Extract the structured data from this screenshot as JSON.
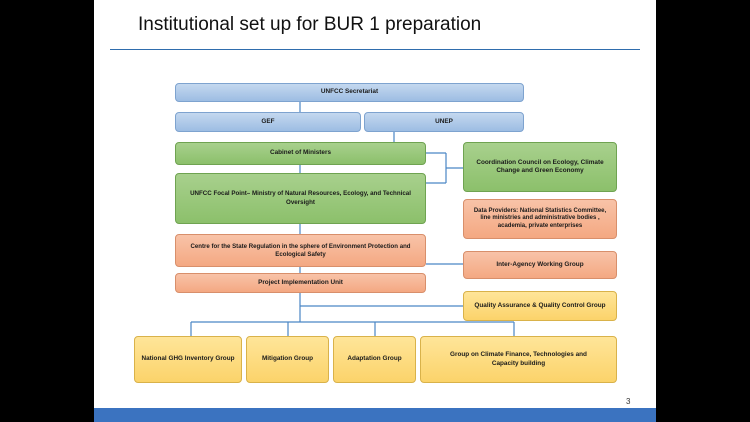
{
  "slide": {
    "title": "Institutional set up for BUR 1 preparation",
    "page_number": "3"
  },
  "boxes": {
    "unfcc_secretariat": "UNFCC Secretariat",
    "gef": "GEF",
    "unep": "UNEP",
    "cabinet": "Cabinet of Ministers",
    "focal_point": "UNFCC Focal Point– Ministry of Natural Resources, Ecology, and Technical Oversight",
    "coordination_council": "Coordination Council on Ecology, Climate Change and Green Economy",
    "data_providers": "Data Providers: National Statistics Committee, line ministries and administrative bodies , academia, private enterprises",
    "centre_regulation": "Centre for the State Regulation in the sphere of Environment Protection and Ecological Safety",
    "inter_agency": "Inter-Agency Working Group",
    "piu": "Project Implementation Unit",
    "qa_qc": "Quality Assurance & Quality Control Group",
    "ghg_inventory": "National GHG Inventory Group",
    "mitigation": "Mitigation Group",
    "adaptation": "Adaptation Group",
    "climate_finance": "Group on Climate Finance, Technologies and Capacity building"
  },
  "colors": {
    "blue": "#9dbde3",
    "green": "#8cc06b",
    "orange": "#f4a882",
    "yellow": "#fbd36a",
    "accent": "#3b73c0",
    "connector": "#4a86c5"
  }
}
